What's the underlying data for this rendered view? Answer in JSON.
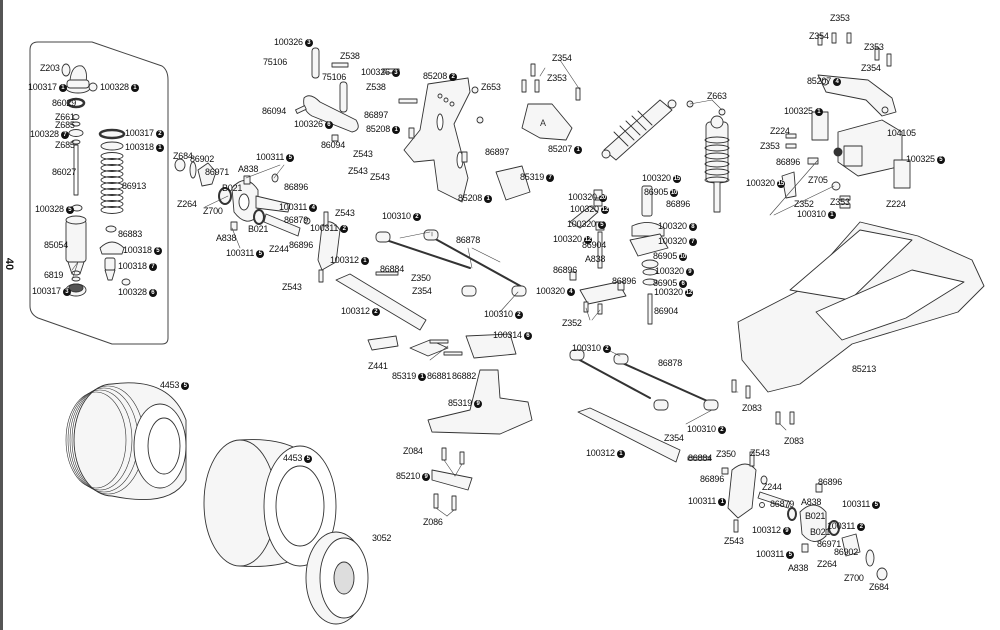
{
  "page": {
    "number": "40"
  },
  "colors": {
    "line": "#333333",
    "fill": "#f4f4f4",
    "badge": "#111111"
  },
  "labels": [
    {
      "part": "Z203",
      "badge": ""
    },
    {
      "part": "100317",
      "badge": "1"
    },
    {
      "part": "100328",
      "badge": "1"
    },
    {
      "part": "86029",
      "badge": ""
    },
    {
      "part": "Z661",
      "badge": ""
    },
    {
      "part": "Z685",
      "badge": ""
    },
    {
      "part": "100328",
      "badge": "7"
    },
    {
      "part": "Z685",
      "badge": ""
    },
    {
      "part": "100317",
      "badge": "2"
    },
    {
      "part": "100318",
      "badge": "1"
    },
    {
      "part": "86027",
      "badge": ""
    },
    {
      "part": "86913",
      "badge": ""
    },
    {
      "part": "100328",
      "badge": "5"
    },
    {
      "part": "86883",
      "badge": ""
    },
    {
      "part": "85054",
      "badge": ""
    },
    {
      "part": "100318",
      "badge": "5"
    },
    {
      "part": "100318",
      "badge": "7"
    },
    {
      "part": "6819",
      "badge": ""
    },
    {
      "part": "100317",
      "badge": "3"
    },
    {
      "part": "100328",
      "badge": "6"
    },
    {
      "part": "Z684",
      "badge": ""
    },
    {
      "part": "86902",
      "badge": ""
    },
    {
      "part": "86971",
      "badge": ""
    },
    {
      "part": "A838",
      "badge": ""
    },
    {
      "part": "100311",
      "badge": "5"
    },
    {
      "part": "86896",
      "badge": ""
    },
    {
      "part": "B021",
      "badge": ""
    },
    {
      "part": "Z264",
      "badge": ""
    },
    {
      "part": "Z700",
      "badge": ""
    },
    {
      "part": "100311",
      "badge": "4"
    },
    {
      "part": "86879",
      "badge": ""
    },
    {
      "part": "B021",
      "badge": ""
    },
    {
      "part": "A838",
      "badge": ""
    },
    {
      "part": "Z244",
      "badge": ""
    },
    {
      "part": "86896",
      "badge": ""
    },
    {
      "part": "100311",
      "badge": "5"
    },
    {
      "part": "Z543",
      "badge": ""
    },
    {
      "part": "100311",
      "badge": "2"
    },
    {
      "part": "100312",
      "badge": "1"
    },
    {
      "part": "Z543",
      "badge": ""
    },
    {
      "part": "100326",
      "badge": "3"
    },
    {
      "part": "75106",
      "badge": ""
    },
    {
      "part": "Z538",
      "badge": ""
    },
    {
      "part": "75106",
      "badge": ""
    },
    {
      "part": "100326",
      "badge": "3"
    },
    {
      "part": "86094",
      "badge": ""
    },
    {
      "part": "100326",
      "badge": "6"
    },
    {
      "part": "86094",
      "badge": ""
    },
    {
      "part": "Z538",
      "badge": ""
    },
    {
      "part": "85208",
      "badge": "2"
    },
    {
      "part": "86897",
      "badge": ""
    },
    {
      "part": "85208",
      "badge": "1"
    },
    {
      "part": "Z653",
      "badge": ""
    },
    {
      "part": "Z543",
      "badge": ""
    },
    {
      "part": "Z543",
      "badge": ""
    },
    {
      "part": "Z543",
      "badge": ""
    },
    {
      "part": "86897",
      "badge": ""
    },
    {
      "part": "85208",
      "badge": "1"
    },
    {
      "part": "85319",
      "badge": "7"
    },
    {
      "part": "Z354",
      "badge": ""
    },
    {
      "part": "Z353",
      "badge": ""
    },
    {
      "part": "85207",
      "badge": "1"
    },
    {
      "part": "Z663",
      "badge": ""
    },
    {
      "part": "Z353",
      "badge": ""
    },
    {
      "part": "Z354",
      "badge": ""
    },
    {
      "part": "Z353",
      "badge": ""
    },
    {
      "part": "Z354",
      "badge": ""
    },
    {
      "part": "85207",
      "badge": "4"
    },
    {
      "part": "100325",
      "badge": "1"
    },
    {
      "part": "104105",
      "badge": ""
    },
    {
      "part": "Z224",
      "badge": ""
    },
    {
      "part": "Z353",
      "badge": ""
    },
    {
      "part": "86896",
      "badge": ""
    },
    {
      "part": "100325",
      "badge": "5"
    },
    {
      "part": "100320",
      "badge": "15"
    },
    {
      "part": "Z705",
      "badge": ""
    },
    {
      "part": "Z352",
      "badge": ""
    },
    {
      "part": "Z353",
      "badge": ""
    },
    {
      "part": "Z224",
      "badge": ""
    },
    {
      "part": "100310",
      "badge": "1"
    },
    {
      "part": "100320",
      "badge": "15"
    },
    {
      "part": "86905",
      "badge": "10"
    },
    {
      "part": "86896",
      "badge": ""
    },
    {
      "part": "100320",
      "badge": "20"
    },
    {
      "part": "100320",
      "badge": "12"
    },
    {
      "part": "100320",
      "badge": "5"
    },
    {
      "part": "100320",
      "badge": "12"
    },
    {
      "part": "86904",
      "badge": ""
    },
    {
      "part": "100320",
      "badge": "8"
    },
    {
      "part": "100320",
      "badge": "7"
    },
    {
      "part": "A838",
      "badge": ""
    },
    {
      "part": "86896",
      "badge": ""
    },
    {
      "part": "86896",
      "badge": ""
    },
    {
      "part": "86905",
      "badge": "10"
    },
    {
      "part": "100320",
      "badge": "9"
    },
    {
      "part": "86905",
      "badge": "6"
    },
    {
      "part": "100320",
      "badge": "4"
    },
    {
      "part": "100320",
      "badge": "12"
    },
    {
      "part": "Z352",
      "badge": ""
    },
    {
      "part": "86904",
      "badge": ""
    },
    {
      "part": "100310",
      "badge": "2"
    },
    {
      "part": "86878",
      "badge": ""
    },
    {
      "part": "86884",
      "badge": ""
    },
    {
      "part": "Z350",
      "badge": ""
    },
    {
      "part": "Z354",
      "badge": ""
    },
    {
      "part": "100312",
      "badge": "2"
    },
    {
      "part": "100310",
      "badge": "2"
    },
    {
      "part": "100314",
      "badge": "6"
    },
    {
      "part": "Z441",
      "badge": ""
    },
    {
      "part": "85319",
      "badge": "1"
    },
    {
      "part": "86881",
      "badge": ""
    },
    {
      "part": "86882",
      "badge": ""
    },
    {
      "part": "85319",
      "badge": "9"
    },
    {
      "part": "Z084",
      "badge": ""
    },
    {
      "part": "85210",
      "badge": "9"
    },
    {
      "part": "Z086",
      "badge": ""
    },
    {
      "part": "4453",
      "badge": "5"
    },
    {
      "part": "4453",
      "badge": "5"
    },
    {
      "part": "3052",
      "badge": ""
    },
    {
      "part": "100310",
      "badge": "2"
    },
    {
      "part": "86878",
      "badge": ""
    },
    {
      "part": "Z083",
      "badge": ""
    },
    {
      "part": "100310",
      "badge": "2"
    },
    {
      "part": "Z354",
      "badge": ""
    },
    {
      "part": "Z083",
      "badge": ""
    },
    {
      "part": "100312",
      "badge": "1"
    },
    {
      "part": "85213",
      "badge": ""
    },
    {
      "part": "86884",
      "badge": ""
    },
    {
      "part": "Z350",
      "badge": ""
    },
    {
      "part": "Z543",
      "badge": ""
    },
    {
      "part": "86896",
      "badge": ""
    },
    {
      "part": "Z244",
      "badge": ""
    },
    {
      "part": "86896",
      "badge": ""
    },
    {
      "part": "86879",
      "badge": ""
    },
    {
      "part": "A838",
      "badge": ""
    },
    {
      "part": "100311",
      "badge": "1"
    },
    {
      "part": "100311",
      "badge": "5"
    },
    {
      "part": "B021",
      "badge": ""
    },
    {
      "part": "100312",
      "badge": "9"
    },
    {
      "part": "100311",
      "badge": "2"
    },
    {
      "part": "B021",
      "badge": ""
    },
    {
      "part": "Z543",
      "badge": ""
    },
    {
      "part": "86971",
      "badge": ""
    },
    {
      "part": "100311",
      "badge": "5"
    },
    {
      "part": "86902",
      "badge": ""
    },
    {
      "part": "A838",
      "badge": ""
    },
    {
      "part": "Z264",
      "badge": ""
    },
    {
      "part": "Z700",
      "badge": ""
    },
    {
      "part": "Z684",
      "badge": ""
    }
  ]
}
